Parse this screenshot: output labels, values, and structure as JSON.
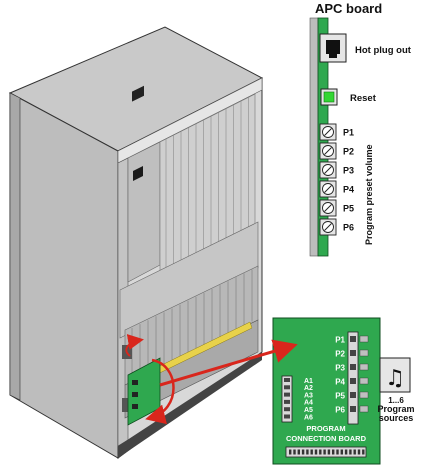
{
  "apc_board": {
    "title": "APC board",
    "hot_plug_label": "Hot plug out",
    "reset_label": "Reset",
    "presets": [
      "P1",
      "P2",
      "P3",
      "P4",
      "P5",
      "P6"
    ],
    "preset_axis_label": "Program preset volume"
  },
  "connection_board": {
    "title_line1": "PROGRAM",
    "title_line2": "CONNECTION BOARD",
    "left_pins": [
      "A1",
      "A2",
      "A3",
      "A4",
      "A5",
      "A6"
    ],
    "right_pins": [
      "P1",
      "P2",
      "P3",
      "P4",
      "P5",
      "P6"
    ]
  },
  "program_sources": {
    "range": "1...6",
    "label_line1": "Program",
    "label_line2": "sources"
  },
  "colors": {
    "pcb": "#2fa84f",
    "pcb_dark": "#1c6e32",
    "reset_led": "#33d633",
    "arrow": "#d9261c"
  }
}
